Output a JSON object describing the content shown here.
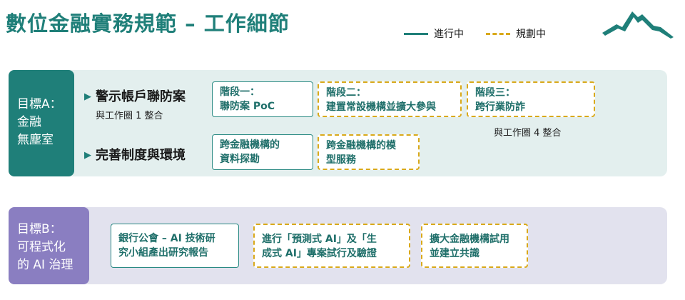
{
  "title": "數位金融實務規範 – 工作細節",
  "legend": {
    "in_progress": "進行中",
    "planned": "規劃中",
    "in_progress_color": "#1f7f79",
    "planned_color": "#d9a91a"
  },
  "goal_a": {
    "line1": "目標A：",
    "line2": "金融",
    "line3": "無塵室",
    "color": "#1f7f79",
    "topics": [
      {
        "label": "警示帳戶聯防案",
        "note": "與工作圈 1 整合",
        "stages": [
          {
            "status": "進行中",
            "line1": "階段一：",
            "line2": "聯防案 PoC"
          },
          {
            "status": "規劃中",
            "line1": "階段二：",
            "line2": "建置常設機構並擴大參與"
          },
          {
            "status": "規劃中",
            "line1": "階段三：",
            "line2": "跨行業防詐"
          }
        ],
        "stage3_note": "與工作圈 4 整合"
      },
      {
        "label": "完善制度與環境",
        "stages": [
          {
            "status": "進行中",
            "line1": "跨金融機構的",
            "line2": "資料探勘"
          },
          {
            "status": "規劃中",
            "line1": "跨金融機構的模",
            "line2": "型服務"
          }
        ]
      }
    ]
  },
  "goal_b": {
    "line1": "目標B：",
    "line2": "可程式化",
    "line3": "的 AI 治理",
    "color": "#8a7ec1",
    "items": [
      {
        "status": "進行中",
        "line1": "銀行公會 – AI 技術研",
        "line2": "究小組產出研究報告"
      },
      {
        "status": "規劃中",
        "line1": "進行「預測式 AI」及「生",
        "line2": "成式 AI」專案試行及驗證"
      },
      {
        "status": "規劃中",
        "line1": "擴大金融機構試用",
        "line2": "並建立共識"
      }
    ]
  }
}
